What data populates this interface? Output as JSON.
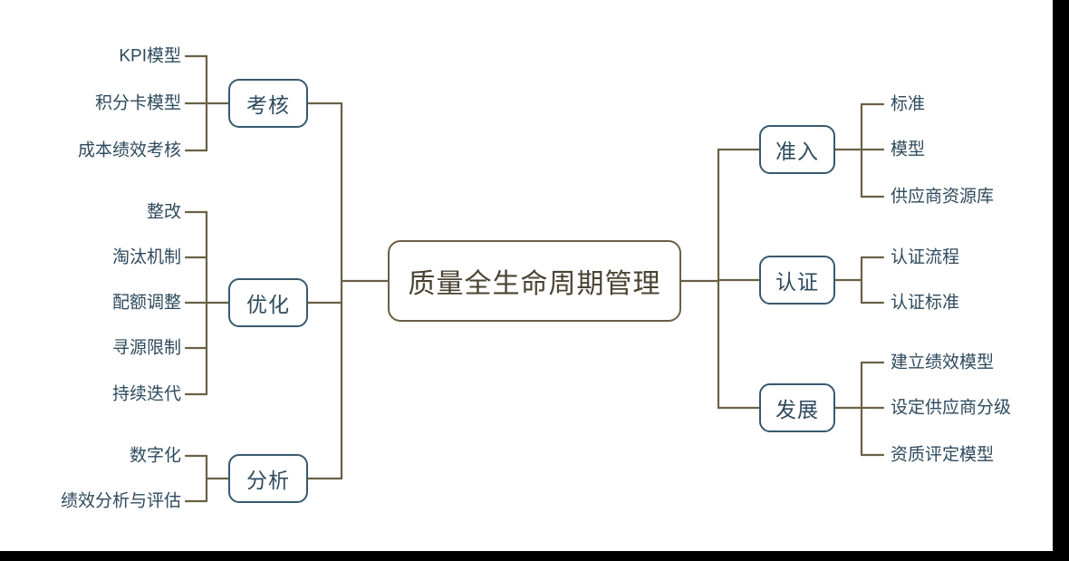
{
  "diagram": {
    "type": "mind-map",
    "root": {
      "label": "质量全生命周期管理"
    },
    "colors": {
      "connector": "#6b6046",
      "root_border": "#6b6046",
      "root_text": "#4a4332",
      "branch_border": "#37596e",
      "branch_text": "#2e4a5e",
      "leaf_text": "#2e4a5e",
      "background": "#ffffff",
      "frame": "#000000"
    },
    "left_branches": [
      {
        "label": "考核",
        "leaves": [
          "KPI模型",
          "积分卡模型",
          "成本绩效考核"
        ]
      },
      {
        "label": "优化",
        "leaves": [
          "整改",
          "淘汰机制",
          "配额调整",
          "寻源限制",
          "持续迭代"
        ]
      },
      {
        "label": "分析",
        "leaves": [
          "数字化",
          "绩效分析与评估"
        ]
      }
    ],
    "right_branches": [
      {
        "label": "准入",
        "leaves": [
          "标准",
          "模型",
          "供应商资源库"
        ]
      },
      {
        "label": "认证",
        "leaves": [
          "认证流程",
          "认证标准"
        ]
      },
      {
        "label": "发展",
        "leaves": [
          "建立绩效模型",
          "设定供应商分级",
          "资质评定模型"
        ]
      }
    ]
  }
}
